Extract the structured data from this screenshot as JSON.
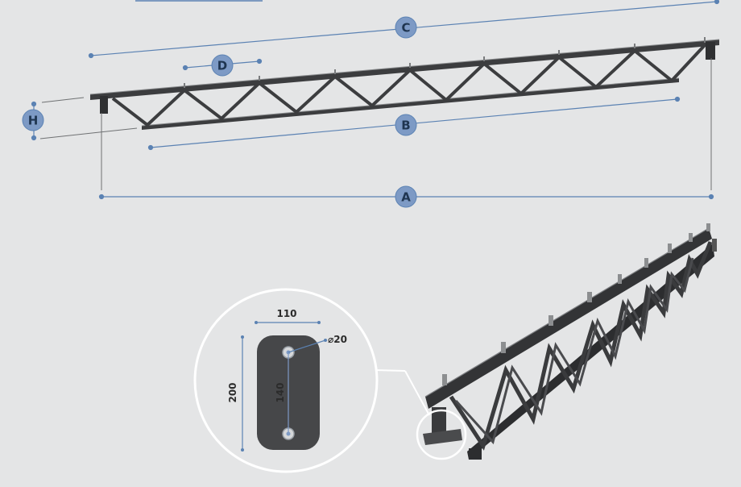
{
  "markers": {
    "A": "A",
    "B": "B",
    "C": "C",
    "D": "D",
    "H": "H"
  },
  "plate": {
    "width": "110",
    "height": "200",
    "hole_spacing": "140",
    "hole_diameter": "⌀20"
  },
  "colors": {
    "background": "#e4e5e6",
    "dimension_line": "#5b82b3",
    "marker_fill": "#7d9ac5",
    "truss": "#3c3d3f",
    "plate": "#464749"
  }
}
